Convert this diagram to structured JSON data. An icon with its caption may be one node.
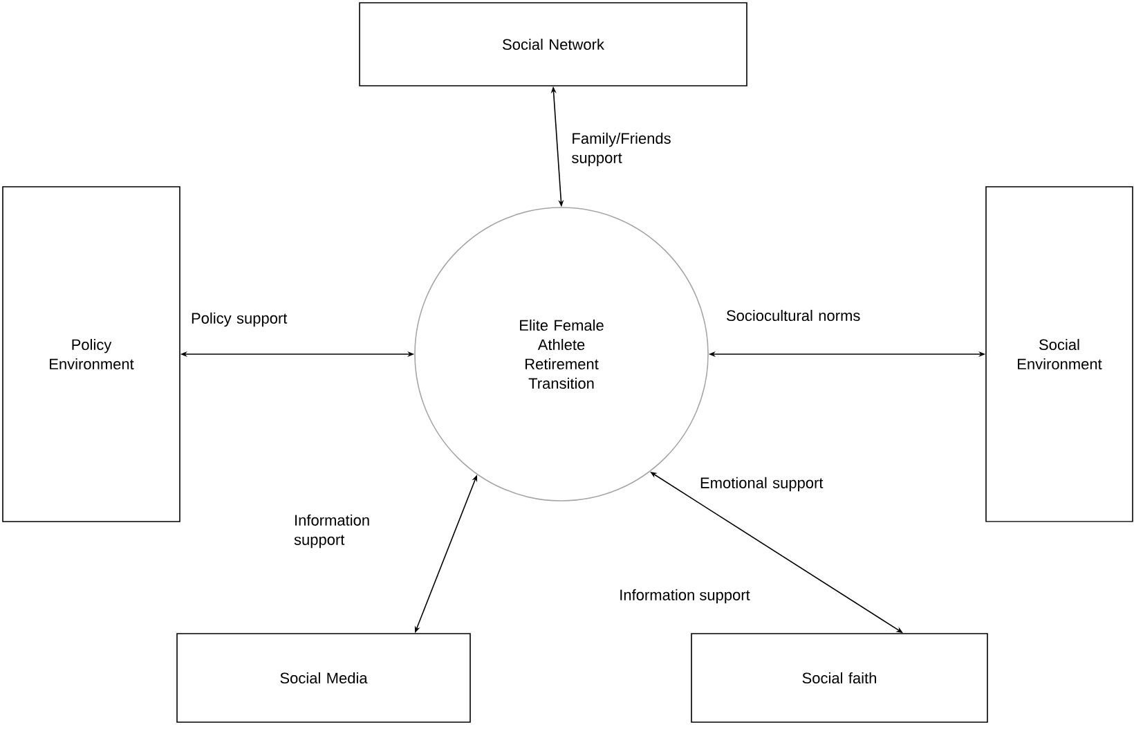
{
  "diagram": {
    "nodes": [
      {
        "text": [
          "Social Network"
        ]
      },
      {
        "text": [
          "Elite Female Athlete Retirement Transition"
        ]
      },
      {
        "text": [
          "Policy Environment"
        ]
      },
      {
        "text": [
          "Social Environment"
        ]
      },
      {
        "text": [
          "Social Media"
        ]
      },
      {
        "text": [
          "Social faith"
        ]
      }
    ],
    "edges": [
      {
        "from": 0,
        "to": 1,
        "arrow": "both",
        "label": "Family/Friends support"
      },
      {
        "from": 2,
        "to": 1,
        "arrow": "both",
        "label": "Policy support"
      },
      {
        "from": 1,
        "to": 3,
        "arrow": "both",
        "label": "Sociocultural norms"
      },
      {
        "from": 4,
        "to": 1,
        "arrow": "both",
        "label": "Information support"
      },
      {
        "from": 5,
        "to": 1,
        "arrow": "both",
        "label": "Emotional support"
      }
    ],
    "labels": [
      "Information support"
    ]
  }
}
